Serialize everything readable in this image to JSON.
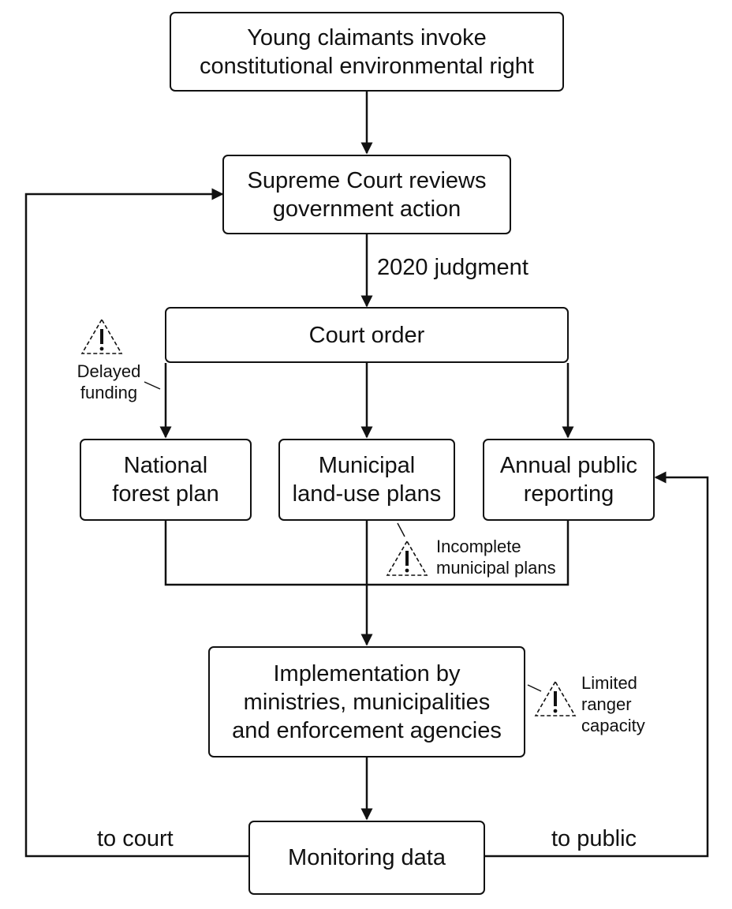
{
  "nodes": {
    "claimants": "Young claimants invoke\nconstitutional environmental right",
    "court_review": "Supreme Court reviews\ngovernment action",
    "court_order": "Court order",
    "forest_plan": "National\nforest plan",
    "municipal_plans": "Municipal\nland-use plans",
    "public_reporting": "Annual public\nreporting",
    "implementation": "Implementation by\nministries, municipalities\nand enforcement agencies",
    "monitoring": "Monitoring data"
  },
  "edge_labels": {
    "judgment": "2020 judgment",
    "to_court": "to court",
    "to_public": "to public"
  },
  "risks": {
    "delayed_funding": "Delayed\nfunding",
    "incomplete_plans": "Incomplete\nmunicipal plans",
    "ranger_capacity": "Limited\nranger\ncapacity"
  },
  "icon_names": [
    "warning-icon"
  ]
}
